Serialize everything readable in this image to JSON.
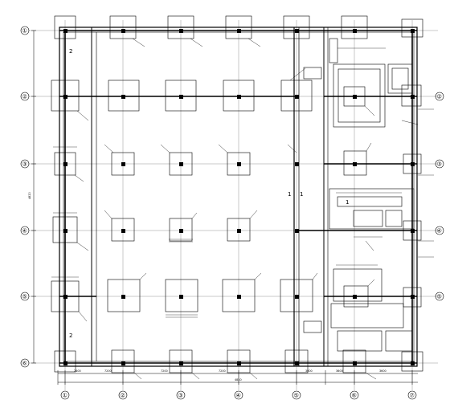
{
  "drawing": {
    "row_axes": [
      "①",
      "②",
      "③",
      "④",
      "⑤",
      "⑥"
    ],
    "col_axes": [
      "①",
      "②",
      "③",
      "④",
      "⑤",
      "⑥",
      "⑦"
    ],
    "overall_dimension": "4810",
    "bay_dimensions": [
      "2400",
      "7200",
      "7200",
      "7200",
      "3000",
      "3600",
      "3600"
    ],
    "left_dimension": "4820",
    "center_mark_a": "1",
    "center_mark_b": "1",
    "center_mark_c": "1",
    "side_mark_a": "2",
    "side_mark_b": "2",
    "colors": {
      "line": "#000000",
      "grid": "#666666",
      "background": "#ffffff"
    }
  }
}
